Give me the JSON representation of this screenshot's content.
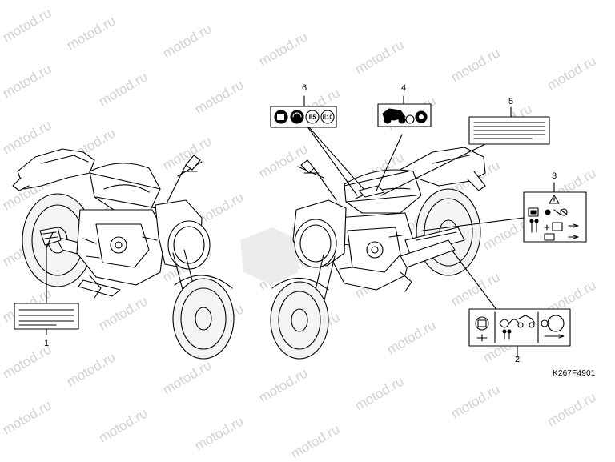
{
  "watermark": "motod.ru",
  "reference_code": "K267F4901",
  "callouts": [
    {
      "id": "1",
      "label": "1"
    },
    {
      "id": "2",
      "label": "2"
    },
    {
      "id": "3",
      "label": "3"
    },
    {
      "id": "4",
      "label": "4"
    },
    {
      "id": "5",
      "label": "5"
    },
    {
      "id": "6",
      "label": "6"
    }
  ],
  "fuel_label": {
    "e5": "E5",
    "e10": "E10"
  },
  "colors": {
    "line": "#000000",
    "watermark": "#d2d2d2",
    "background": "#ffffff"
  }
}
